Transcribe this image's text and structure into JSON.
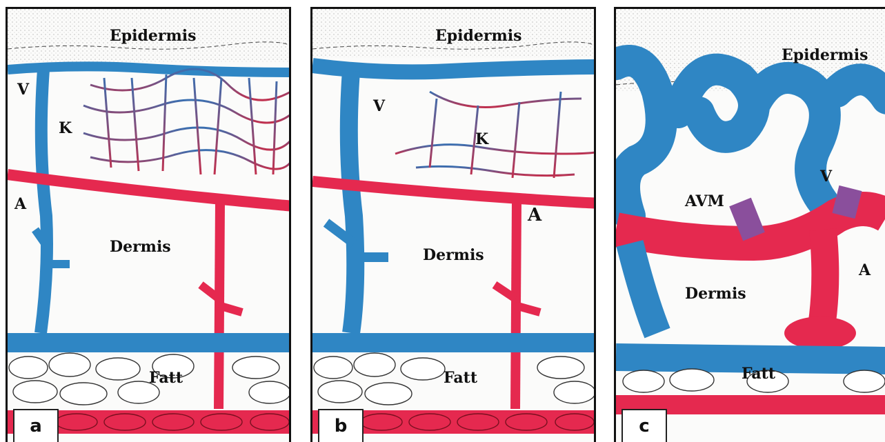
{
  "colors": {
    "vein": "#2f86c4",
    "artery": "#e5294f",
    "capillary": "#8a4f7c",
    "outline": "#222222"
  },
  "panels": [
    {
      "letter": "a",
      "epidermis": "Epidermis",
      "dermis": "Dermis",
      "fat": "Fatt",
      "vein": "V",
      "capillaries": "K",
      "artery": "A"
    },
    {
      "letter": "b",
      "epidermis": "Epidermis",
      "dermis": "Dermis",
      "fat": "Fatt",
      "vein": "V",
      "capillaries": "K",
      "artery": "A"
    },
    {
      "letter": "c",
      "epidermis": "Epidermis",
      "dermis": "Dermis",
      "fat": "Fatt",
      "vein": "V",
      "avm": "AVM",
      "artery": "A"
    }
  ]
}
